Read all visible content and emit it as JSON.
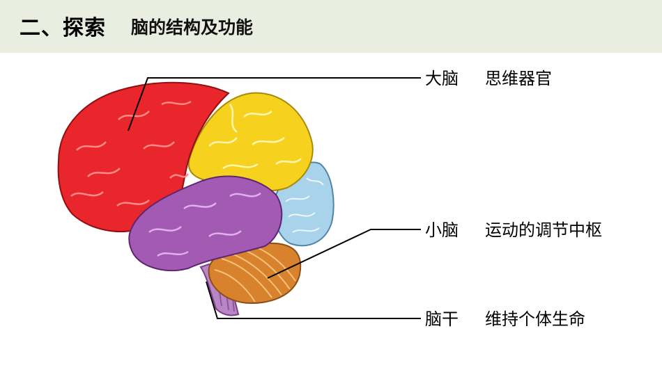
{
  "header": {
    "section": "二、探索",
    "subtitle": "脑的结构及功能"
  },
  "labels": [
    {
      "name": "大脑",
      "function": "思维器官"
    },
    {
      "name": "小脑",
      "function": "运动的调节中枢"
    },
    {
      "name": "脑干",
      "function": "维持个体生命"
    }
  ],
  "colors": {
    "header_bg": "#eaeee0",
    "frontal": "#e8262b",
    "parietal": "#f6d21e",
    "occipital": "#a9d3ea",
    "temporal": "#a35ab3",
    "cerebellum": "#d8822e",
    "brainstem": "#b986c5"
  }
}
